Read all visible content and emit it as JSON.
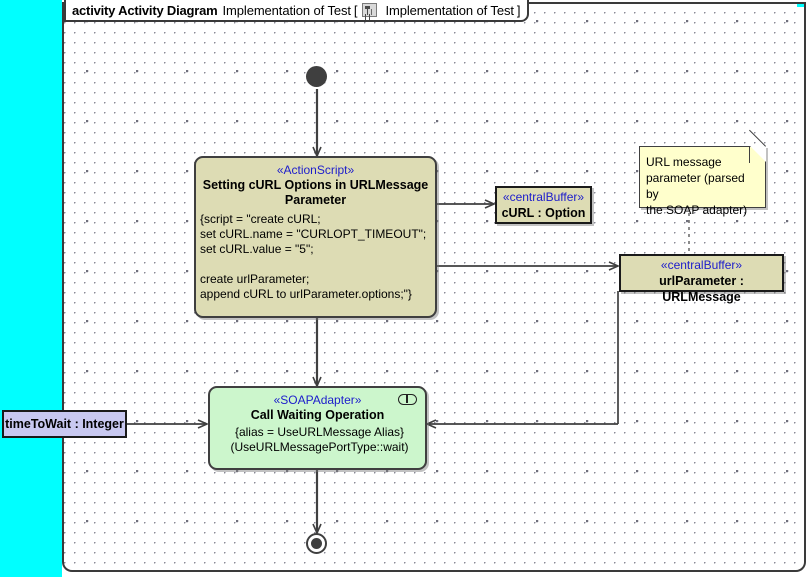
{
  "header": {
    "keyword": "activity Activity Diagram",
    "name": "Implementation of Test",
    "bracket_open": "[",
    "icon": "class-diagram-icon",
    "qualifier": "Implementation of Test",
    "bracket_close": "]"
  },
  "colors": {
    "action_fill": "#dddcb4",
    "soap_fill": "#ccf6cc",
    "note_fill": "#ffffcc",
    "parameter_fill": "#c8c8f0",
    "stereotype_text": "#1c1ccc",
    "band": "#00ffff",
    "frame_border": "#3a3a3a"
  },
  "nodes": {
    "initial": {
      "name": "initial-node"
    },
    "action_script": {
      "stereotype": "«ActionScript»",
      "name_line1": "Setting cURL Options in URLMessage",
      "name_line2": "Parameter",
      "body": [
        "{script = \"create cURL;",
        "set cURL.name = \"CURLOPT_TIMEOUT\";",
        "set cURL.value = \"5\";",
        "",
        "create urlParameter;",
        "append cURL to urlParameter.options;\"}"
      ]
    },
    "buffer_curl": {
      "stereotype": "«centralBuffer»",
      "name": "cURL : Option"
    },
    "buffer_urlparameter": {
      "stereotype": "«centralBuffer»",
      "name": "urlParameter : URLMessage"
    },
    "note": {
      "text": [
        "URL message",
        "parameter (parsed by",
        "the SOAP adapter)"
      ]
    },
    "soap_adapter": {
      "stereotype": "«SOAPAdapter»",
      "name": "Call Waiting Operation",
      "body": [
        "{alias = UseURLMessage Alias}",
        "(UseURLMessagePortType::wait)"
      ],
      "icon": "accept-event-icon"
    },
    "parameter_timetowait": {
      "label": "timeToWait : Integer"
    },
    "final": {
      "name": "activity-final-node"
    }
  }
}
